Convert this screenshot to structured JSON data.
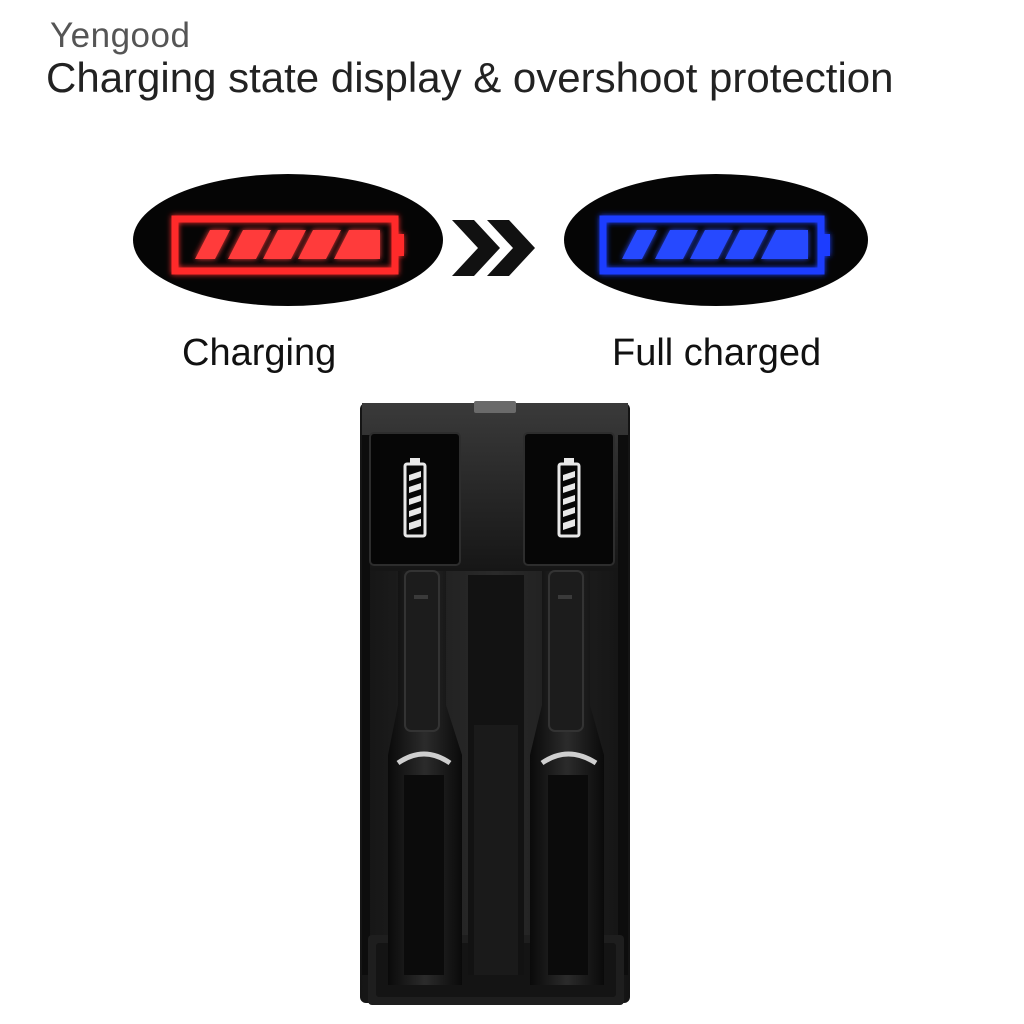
{
  "brand": "Yengood",
  "headline": "Charging state display & overshoot protection",
  "states": {
    "charging": {
      "label": "Charging",
      "color": "#ff2a2a",
      "glow": "#ff7070"
    },
    "full": {
      "label": "Full charged",
      "color": "#1f3cff",
      "glow": "#5a78ff"
    }
  },
  "arrow_icon": "double-chevron-right-icon",
  "product": {
    "name": "two-slot battery charger",
    "color": "#1b1b1b"
  }
}
